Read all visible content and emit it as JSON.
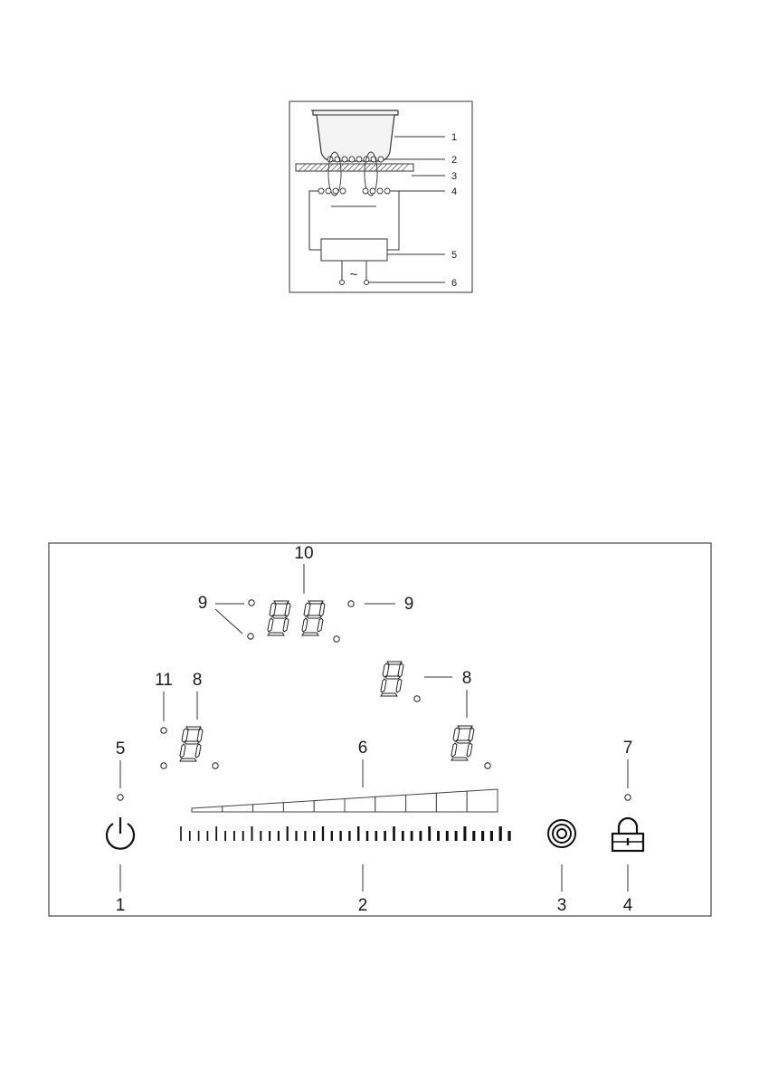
{
  "induction_diagram": {
    "callouts": [
      "1",
      "2",
      "3",
      "4",
      "5",
      "6"
    ],
    "ac_symbol": "~"
  },
  "control_panel": {
    "labels": {
      "top_display": "10",
      "dot_left": "9",
      "dot_right": "9",
      "left_extra_dot": "11",
      "left_display": "8",
      "right_display": "8",
      "power_indicator": "5",
      "power_level_bar": "6",
      "lock_indicator": "7",
      "power_button": "1",
      "slider": "2",
      "boost_button": "3",
      "lock_button": "4"
    },
    "icons": {
      "power": "power-icon",
      "boost": "boost-icon",
      "lock": "lock-icon"
    }
  }
}
